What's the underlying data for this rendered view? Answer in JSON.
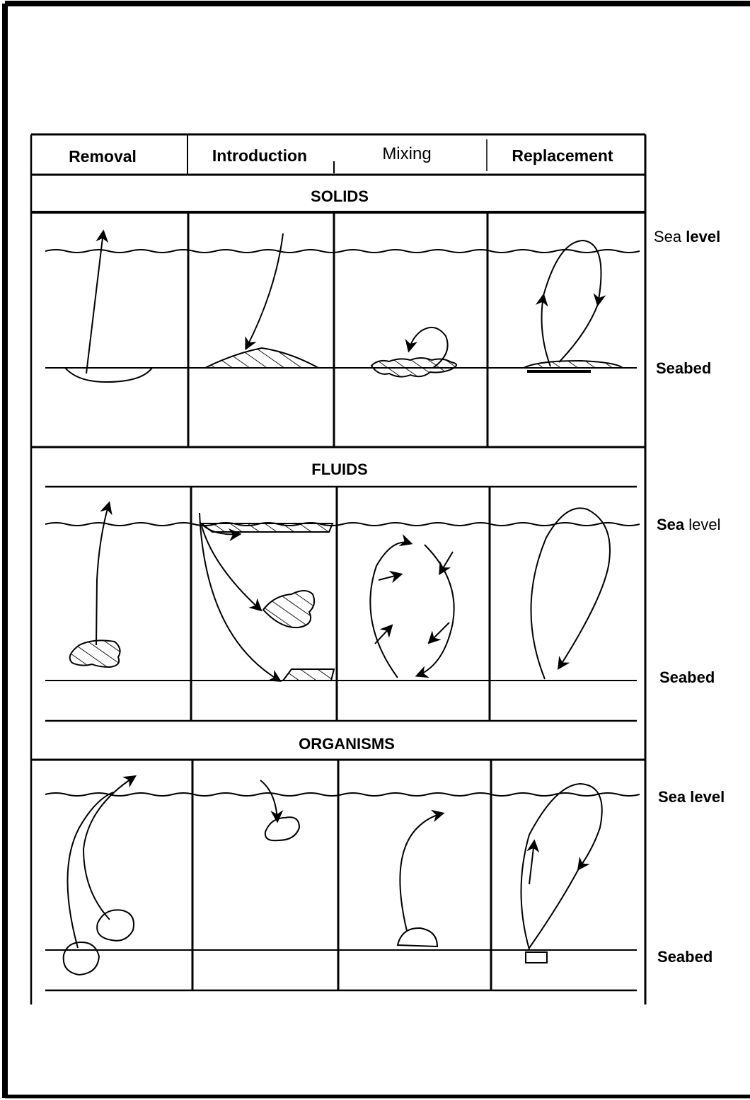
{
  "columns": [
    "Removal",
    "Introduction",
    "Mixing",
    "Replacement"
  ],
  "sections": [
    {
      "title": "SOLIDS",
      "sea_label": {
        "a": "Sea",
        "b": "level"
      },
      "seabed_label": "Seabed"
    },
    {
      "title": "FLUIDS",
      "sea_label": {
        "a": "Sea",
        "b": "level"
      },
      "seabed_label": "Seabed"
    },
    {
      "title": "ORGANISMS",
      "sea_label": {
        "a": "Sea",
        "b": "level"
      },
      "seabed_label": "Seabed"
    }
  ]
}
